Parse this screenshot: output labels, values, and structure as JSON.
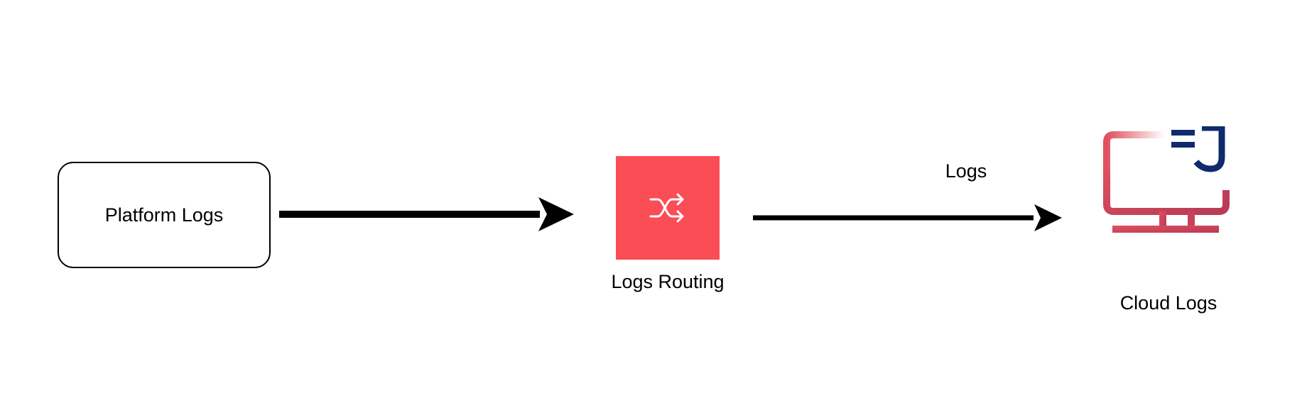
{
  "nodes": {
    "platform_logs": {
      "label": "Platform Logs"
    },
    "logs_routing": {
      "label": "Logs Routing",
      "tile_color": "#FA4D56"
    },
    "cloud_logs": {
      "label": "Cloud Logs",
      "accent_red": "#DA4D5D",
      "accent_navy": "#0F2B6E"
    }
  },
  "edges": [
    {
      "from": "platform_logs",
      "to": "logs_routing",
      "label": ""
    },
    {
      "from": "logs_routing",
      "to": "cloud_logs",
      "label": "Logs"
    }
  ],
  "icons": {
    "routing": "shuffle-icon",
    "cloud_logs": "monitor-logs-icon"
  }
}
